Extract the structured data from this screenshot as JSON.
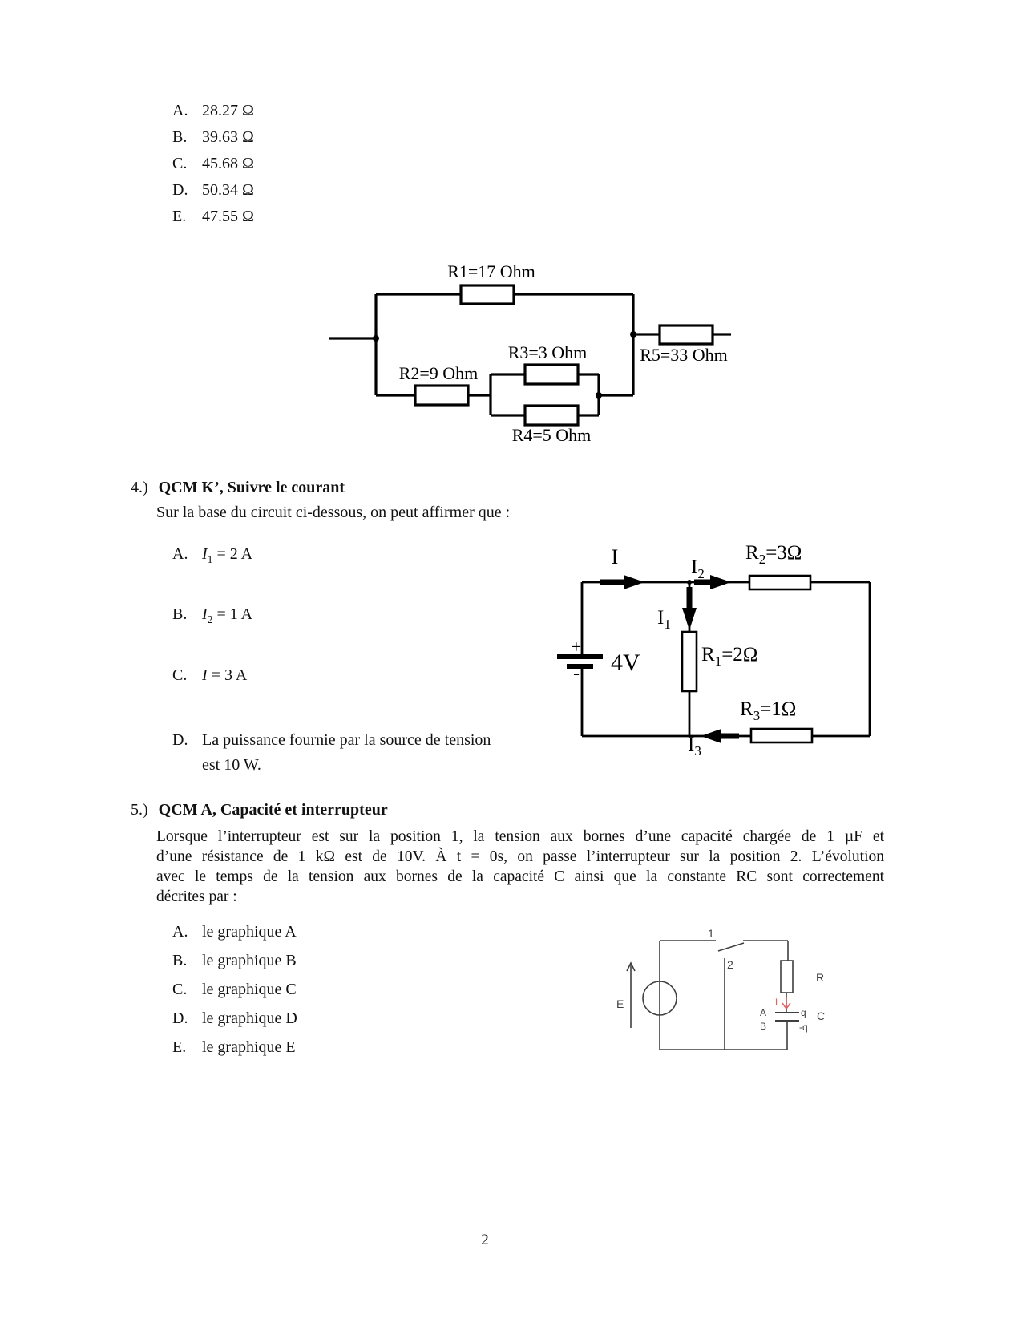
{
  "q3_options": [
    {
      "letter": "A.",
      "text": "28.27 Ω"
    },
    {
      "letter": "B.",
      "text": "39.63 Ω"
    },
    {
      "letter": "C.",
      "text": "45.68 Ω"
    },
    {
      "letter": "D.",
      "text": "50.34 Ω"
    },
    {
      "letter": "E.",
      "text": "47.55 Ω"
    }
  ],
  "circuit1": {
    "r1": "R1=17 Ohm",
    "r2": "R2=9 Ohm",
    "r3": "R3=3 Ohm",
    "r4": "R4=5 Ohm",
    "r5": "R5=33 Ohm"
  },
  "q4": {
    "number": "4.)",
    "title": "QCM K’, Suivre le courant",
    "intro": "Sur la base du circuit ci-dessous, on peut affirmer que :",
    "options": [
      {
        "letter": "A.",
        "var": "I",
        "sub": "1",
        "rest": " = 2 A"
      },
      {
        "letter": "B.",
        "var": "I",
        "sub": "2",
        "rest": " = 1 A"
      },
      {
        "letter": "C.",
        "var": "I",
        "sub": "",
        "rest": " = 3 A"
      },
      {
        "letter": "D.",
        "line1": "La puissance fournie par la source de tension",
        "line2": "est 10 W."
      }
    ],
    "circuit": {
      "I": "I",
      "I1_base": "I",
      "I1_sub": "1",
      "I2_base": "I",
      "I2_sub": "2",
      "I3_base": "I",
      "I3_sub": "3",
      "R1_base": "R",
      "R1_sub": "1",
      "R1_val": "=2Ω",
      "R2_base": "R",
      "R2_sub": "2",
      "R2_val": "=3Ω",
      "R3_base": "R",
      "R3_sub": "3",
      "R3_val": "=1Ω",
      "source": "4V",
      "plus": "+",
      "minus": "-"
    }
  },
  "q5": {
    "number": "5.)",
    "title": "QCM A, Capacité et interrupteur",
    "paragraph_lines": [
      "Lorsque l’interrupteur est sur la position 1, la tension aux bornes d’une capacité chargée de 1 µF et",
      "d’une résistance de 1 kΩ est de 10V. À t = 0s, on passe l’interrupteur sur la position 2. L’évolution",
      "avec le temps de la tension aux bornes de la capacité C ainsi que la constante RC sont correctement",
      "décrites par :"
    ],
    "options": [
      {
        "letter": "A.",
        "text": "le graphique A"
      },
      {
        "letter": "B.",
        "text": "le graphique B"
      },
      {
        "letter": "C.",
        "text": "le graphique C"
      },
      {
        "letter": "D.",
        "text": "le graphique D"
      },
      {
        "letter": "E.",
        "text": "le graphique E"
      }
    ],
    "circuit": {
      "pos1": "1",
      "pos2": "2",
      "source": "E",
      "resistor": "R",
      "current": "i",
      "plateA": "A",
      "plateB": "B",
      "charge_pos": "q",
      "charge_neg": "-q",
      "cap": "C"
    }
  },
  "page_number": "2",
  "colors": {
    "ink": "#111111",
    "circuit3_line": "#3f3f3f",
    "current_red": "#e06666"
  }
}
